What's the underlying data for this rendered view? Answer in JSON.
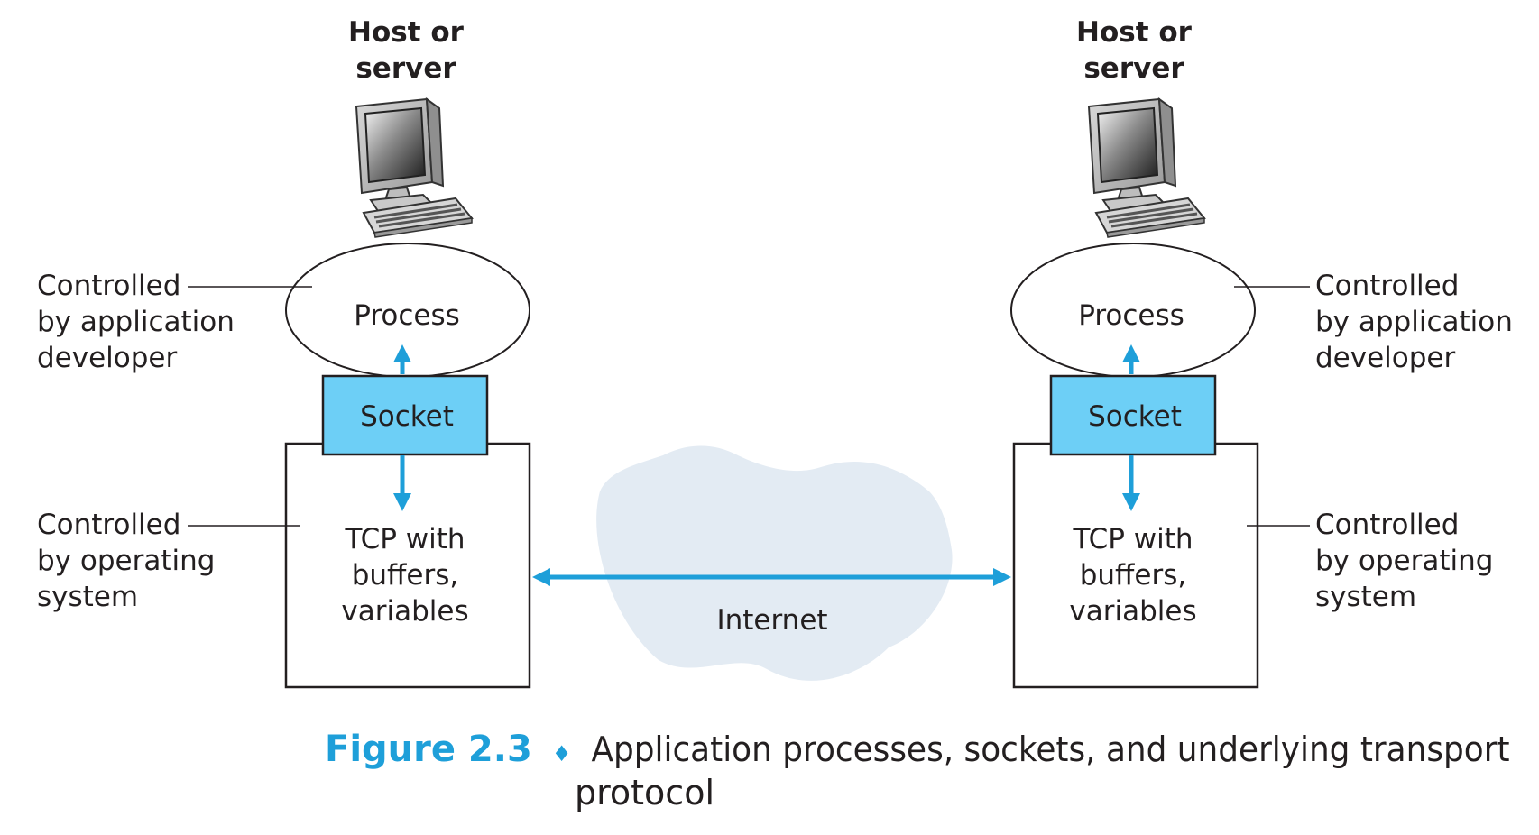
{
  "hosts": [
    {
      "title_lines": [
        "Host or",
        "server"
      ],
      "process_label": "Process",
      "socket_label": "Socket",
      "tcp_lines": [
        "TCP with",
        "buffers,",
        "variables"
      ],
      "app_note_lines": [
        "Controlled",
        "by application",
        "developer"
      ],
      "os_note_lines": [
        "Controlled",
        "by operating",
        "system"
      ]
    },
    {
      "title_lines": [
        "Host or",
        "server"
      ],
      "process_label": "Process",
      "socket_label": "Socket",
      "tcp_lines": [
        "TCP with",
        "buffers,",
        "variables"
      ],
      "app_note_lines": [
        "Controlled",
        "by application",
        "developer"
      ],
      "os_note_lines": [
        "Controlled",
        "by operating",
        "system"
      ]
    }
  ],
  "network": {
    "label": "Internet"
  },
  "caption": {
    "number": "Figure 2.3",
    "separator": "♦",
    "text_lines": [
      "Application processes, sockets, and underlying transport",
      "protocol"
    ]
  },
  "colors": {
    "accent": "#1e9fd9",
    "socket_fill": "#6dcff6",
    "cloud_fill": "#e3ebf3",
    "stroke": "#231f20"
  }
}
